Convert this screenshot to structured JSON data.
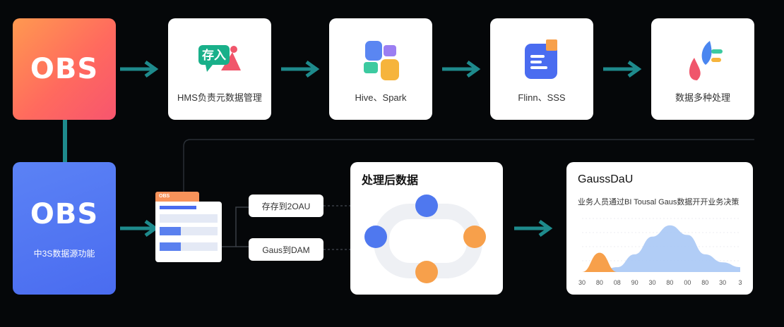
{
  "obs_top": {
    "title": "OBS"
  },
  "obs_bottom": {
    "title": "OBS",
    "subtitle": "中3S数据源功能"
  },
  "steps": [
    {
      "label": "HMS负责元数据管理",
      "icon": "store-in-icon",
      "icon_text": "存入"
    },
    {
      "label": "Hive、Spark",
      "icon": "compute-blocks-icon"
    },
    {
      "label": "Flinn、SSS",
      "icon": "stream-icon"
    },
    {
      "label": "数据多种处理",
      "icon": "multi-process-icon"
    }
  ],
  "table_card": {
    "tag": "OBS"
  },
  "pills": [
    {
      "label": "存存到2OAU"
    },
    {
      "label": "Gaus到DAM"
    }
  ],
  "processed_panel": {
    "title": "处理后数据"
  },
  "gauss_panel": {
    "title": "GaussDaU",
    "subtitle": "业务人员通过BI Tousal Gaus数据开开业务决策"
  },
  "colors": {
    "accent_teal": "#1e8a8c",
    "obs_orange": "#ff7a59",
    "obs_blue": "#4a6cf0",
    "node_blue": "#4f78ef",
    "node_orange": "#f7a04b"
  },
  "chart_data": {
    "type": "area",
    "x": [
      "30",
      "80",
      "08",
      "90",
      "30",
      "80",
      "00",
      "80",
      "30",
      "3"
    ],
    "series": [
      {
        "values": [
          0,
          24,
          0,
          0,
          0,
          0,
          0,
          0,
          0,
          0
        ]
      },
      {
        "values": [
          0,
          0,
          6,
          22,
          44,
          58,
          46,
          22,
          12,
          6
        ]
      }
    ],
    "ylim": [
      0,
      70
    ],
    "grid": true
  }
}
